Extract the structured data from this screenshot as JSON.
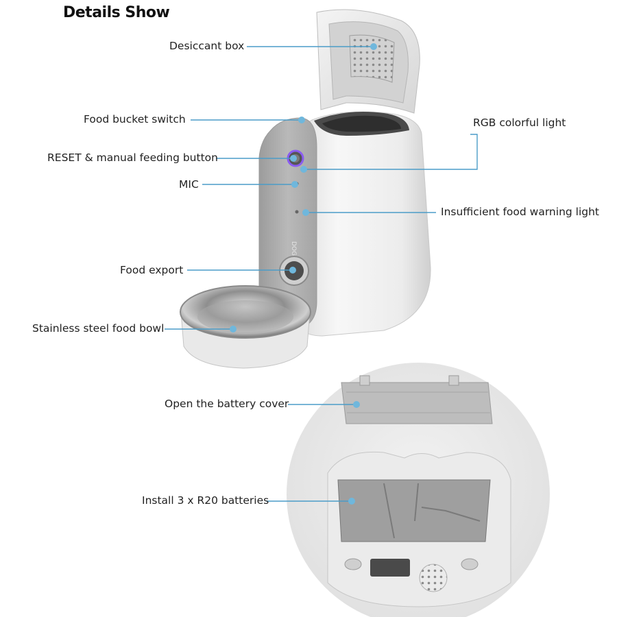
{
  "title": "Details Show",
  "brand": "D●GNESS",
  "labels": {
    "desiccant_box": "Desiccant box",
    "food_bucket_switch": "Food bucket switch",
    "rgb_light": "RGB colorful light",
    "reset_button": "RESET & manual feeding button",
    "mic": "MIC",
    "warning_light": "Insufficient food warning light",
    "food_export": "Food export",
    "food_bowl": "Stainless steel food bowl",
    "battery_cover": "Open the battery cover",
    "batteries": "Install 3 x R20 batteries"
  },
  "colors": {
    "leader_line": "#4a9cc8",
    "device_body": "#eeeeee",
    "front_panel": "#a9a9a9",
    "ring_light": "#8a5cf0"
  }
}
